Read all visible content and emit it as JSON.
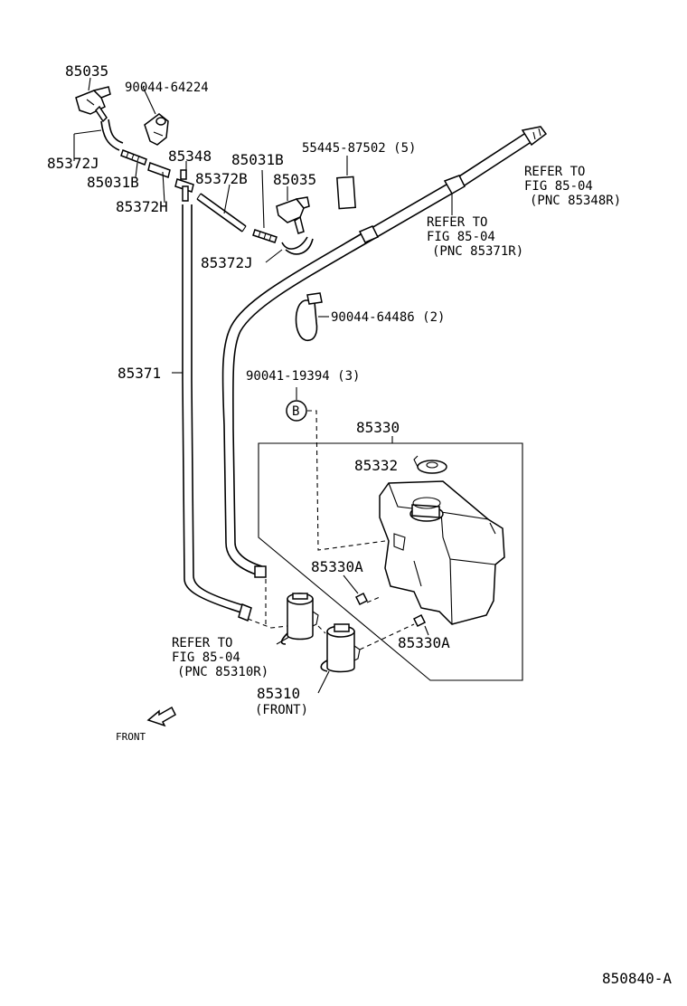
{
  "labels": {
    "p85035_top": "85035",
    "p90044_64224": "90044-64224",
    "p85372j_top": "85372J",
    "p85031b_left": "85031B",
    "p85348": "85348",
    "p85372h": "85372H",
    "p85031b_mid": "85031B",
    "p85372b": "85372B",
    "p85035_mid": "85035",
    "p85372j_mid": "85372J",
    "p55445": "55445-87502 (5)",
    "p90044_64486": "90044-64486 (2)",
    "p85371": "85371",
    "p90041": "90041-19394 (3)",
    "callout_b": "B",
    "p85330": "85330",
    "p85332": "85332",
    "p85330a_1": "85330A",
    "p85330a_2": "85330A",
    "p85310": "85310",
    "p85310_sub": "(FRONT)",
    "front_arrow": "FRONT",
    "figure_id": "850840-A"
  },
  "refs": {
    "ref1": [
      "REFER TO",
      "FIG 85-04",
      "(PNC 85348R)"
    ],
    "ref2": [
      "REFER TO",
      "FIG 85-04",
      "(PNC 85371R)"
    ],
    "ref3": [
      "REFER TO",
      "FIG 85-04",
      "(PNC 85310R)"
    ]
  }
}
